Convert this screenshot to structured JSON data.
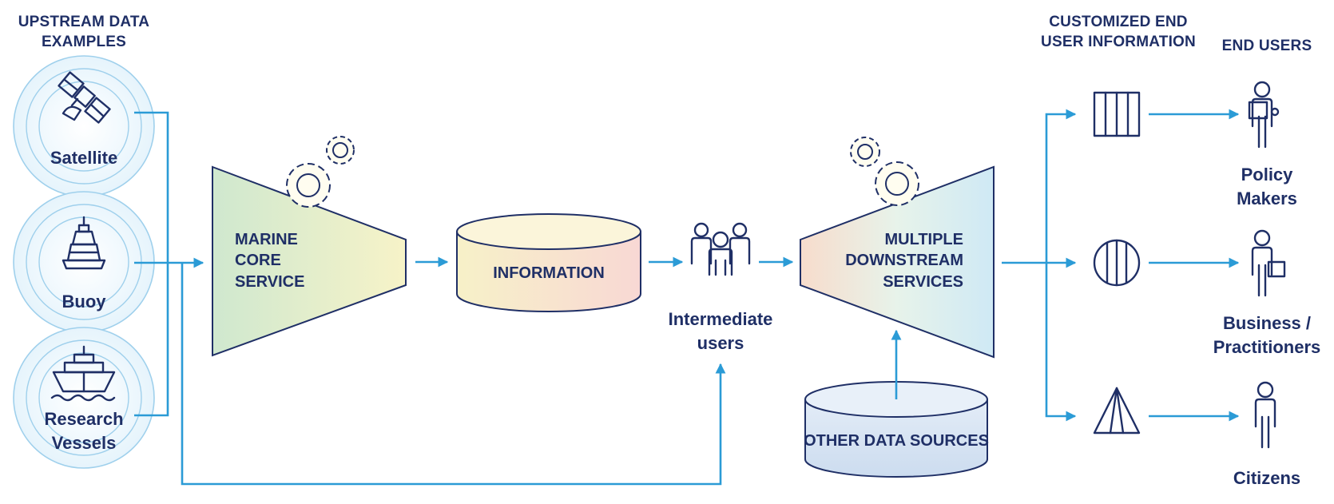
{
  "headers": {
    "upstream": [
      "UPSTREAM DATA",
      "EXAMPLES"
    ],
    "customized": [
      "CUSTOMIZED END",
      "USER INFORMATION"
    ],
    "end_users": "END USERS"
  },
  "upstream_sources": [
    {
      "label": [
        "Satellite"
      ],
      "icon": "satellite-icon"
    },
    {
      "label": [
        "Buoy"
      ],
      "icon": "buoy-icon"
    },
    {
      "label": [
        "Research",
        "Vessels"
      ],
      "icon": "ship-icon"
    }
  ],
  "marine_core": [
    "MARINE",
    "CORE",
    "SERVICE"
  ],
  "information": "INFORMATION",
  "intermediate": [
    "Intermediate",
    "users"
  ],
  "downstream": [
    "MULTIPLE",
    "DOWNSTREAM",
    "SERVICES"
  ],
  "other_sources": "OTHER DATA SOURCES",
  "end_users": [
    {
      "label": [
        "Policy",
        "Makers"
      ],
      "info_icon": "bars-square-icon",
      "user_icon": "person-clipboard-icon"
    },
    {
      "label": [
        "Business /",
        "Practitioners"
      ],
      "info_icon": "striped-circle-icon",
      "user_icon": "person-briefcase-icon"
    },
    {
      "label": [
        "Citizens"
      ],
      "info_icon": "pyramid-icon",
      "user_icon": "person-icon"
    }
  ],
  "colors": {
    "ink": "#1f2f66",
    "flow": "#2b9bd6",
    "ring": "#9fd0ec"
  }
}
